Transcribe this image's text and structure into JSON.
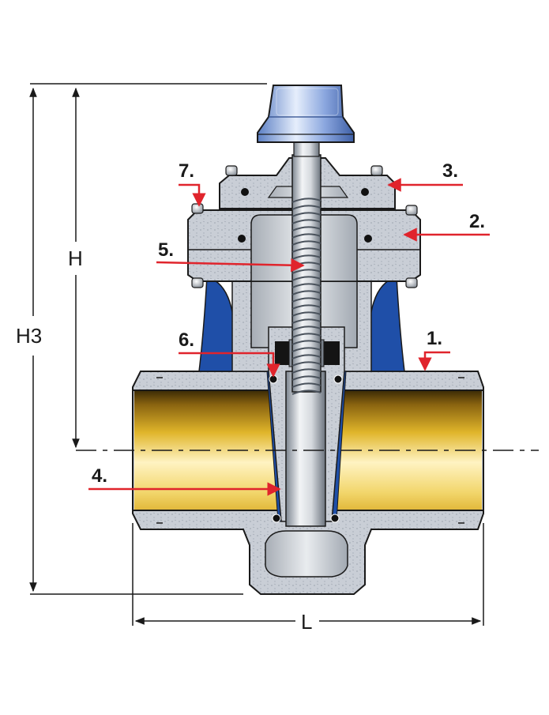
{
  "dimensions": {
    "h3": "H3",
    "h": "H",
    "l": "L"
  },
  "parts": [
    {
      "id": "1",
      "label": "1."
    },
    {
      "id": "2",
      "label": "2."
    },
    {
      "id": "3",
      "label": "3."
    },
    {
      "id": "4",
      "label": "4."
    },
    {
      "id": "5",
      "label": "5."
    },
    {
      "id": "6",
      "label": "6."
    },
    {
      "id": "7",
      "label": "7."
    }
  ],
  "colors": {
    "body_metal": "#c8cdd4",
    "liner_blue": "#1f4fa8",
    "pipe_gold": "#d9a822",
    "handwheel_blue": "#6f8fd0",
    "leader_red": "#e0242c",
    "outline": "#1a1a1a"
  }
}
